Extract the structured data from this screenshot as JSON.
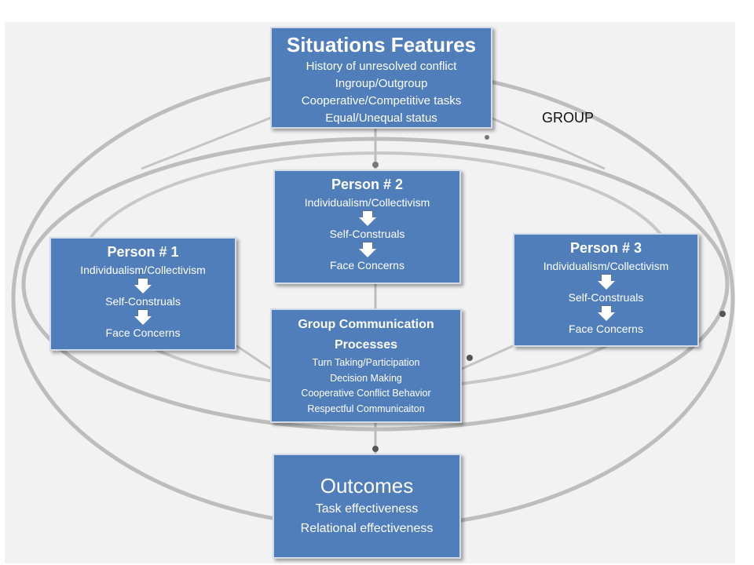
{
  "group_label": "GROUP",
  "situations": {
    "title": "Situations Features",
    "lines": [
      "History of unresolved conflict",
      "Ingroup/Outgroup",
      "Cooperative/Competitive tasks",
      "Equal/Unequal status"
    ]
  },
  "person1": {
    "title": "Person # 1",
    "line1": "Individualism/Collectivism",
    "line2": "Self-Construals",
    "line3": "Face Concerns"
  },
  "person2": {
    "title": "Person # 2",
    "line1": "Individualism/Collectivism",
    "line2": "Self-Construals",
    "line3": "Face Concerns"
  },
  "person3": {
    "title": "Person # 3",
    "line1": "Individualism/Collectivism",
    "line2": "Self-Construals",
    "line3": "Face Concerns"
  },
  "group_comm": {
    "title": "Group Communication Processes",
    "lines": [
      "Turn Taking/Participation",
      "Decision Making",
      "Cooperative Conflict Behavior",
      "Respectful Communicaiton"
    ]
  },
  "outcomes": {
    "title": "Outcomes",
    "lines": [
      "Task effectiveness",
      "Relational effectiveness"
    ]
  },
  "colors": {
    "box_fill": "#4f7ebb",
    "box_border": "#d3dbe6",
    "ring": "#b9b9b9"
  }
}
